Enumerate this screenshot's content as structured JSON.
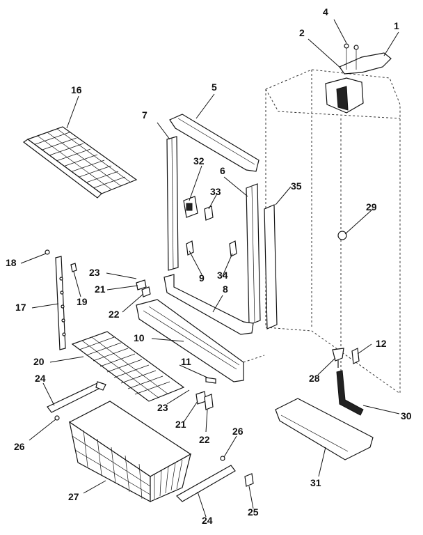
{
  "labels": {
    "p1": "1",
    "p2": "2",
    "p4": "4",
    "p5": "5",
    "p6": "6",
    "p7": "7",
    "p8": "8",
    "p9": "9",
    "p10": "10",
    "p11": "11",
    "p12": "12",
    "p16": "16",
    "p17": "17",
    "p18": "18",
    "p19": "19",
    "p20": "20",
    "p21a": "21",
    "p21b": "21",
    "p22a": "22",
    "p22b": "22",
    "p23a": "23",
    "p23b": "23",
    "p24a": "24",
    "p24b": "24",
    "p25": "25",
    "p26a": "26",
    "p26b": "26",
    "p27": "27",
    "p28": "28",
    "p29": "29",
    "p30": "30",
    "p31": "31",
    "p32": "32",
    "p33": "33",
    "p34": "34",
    "p35": "35"
  }
}
